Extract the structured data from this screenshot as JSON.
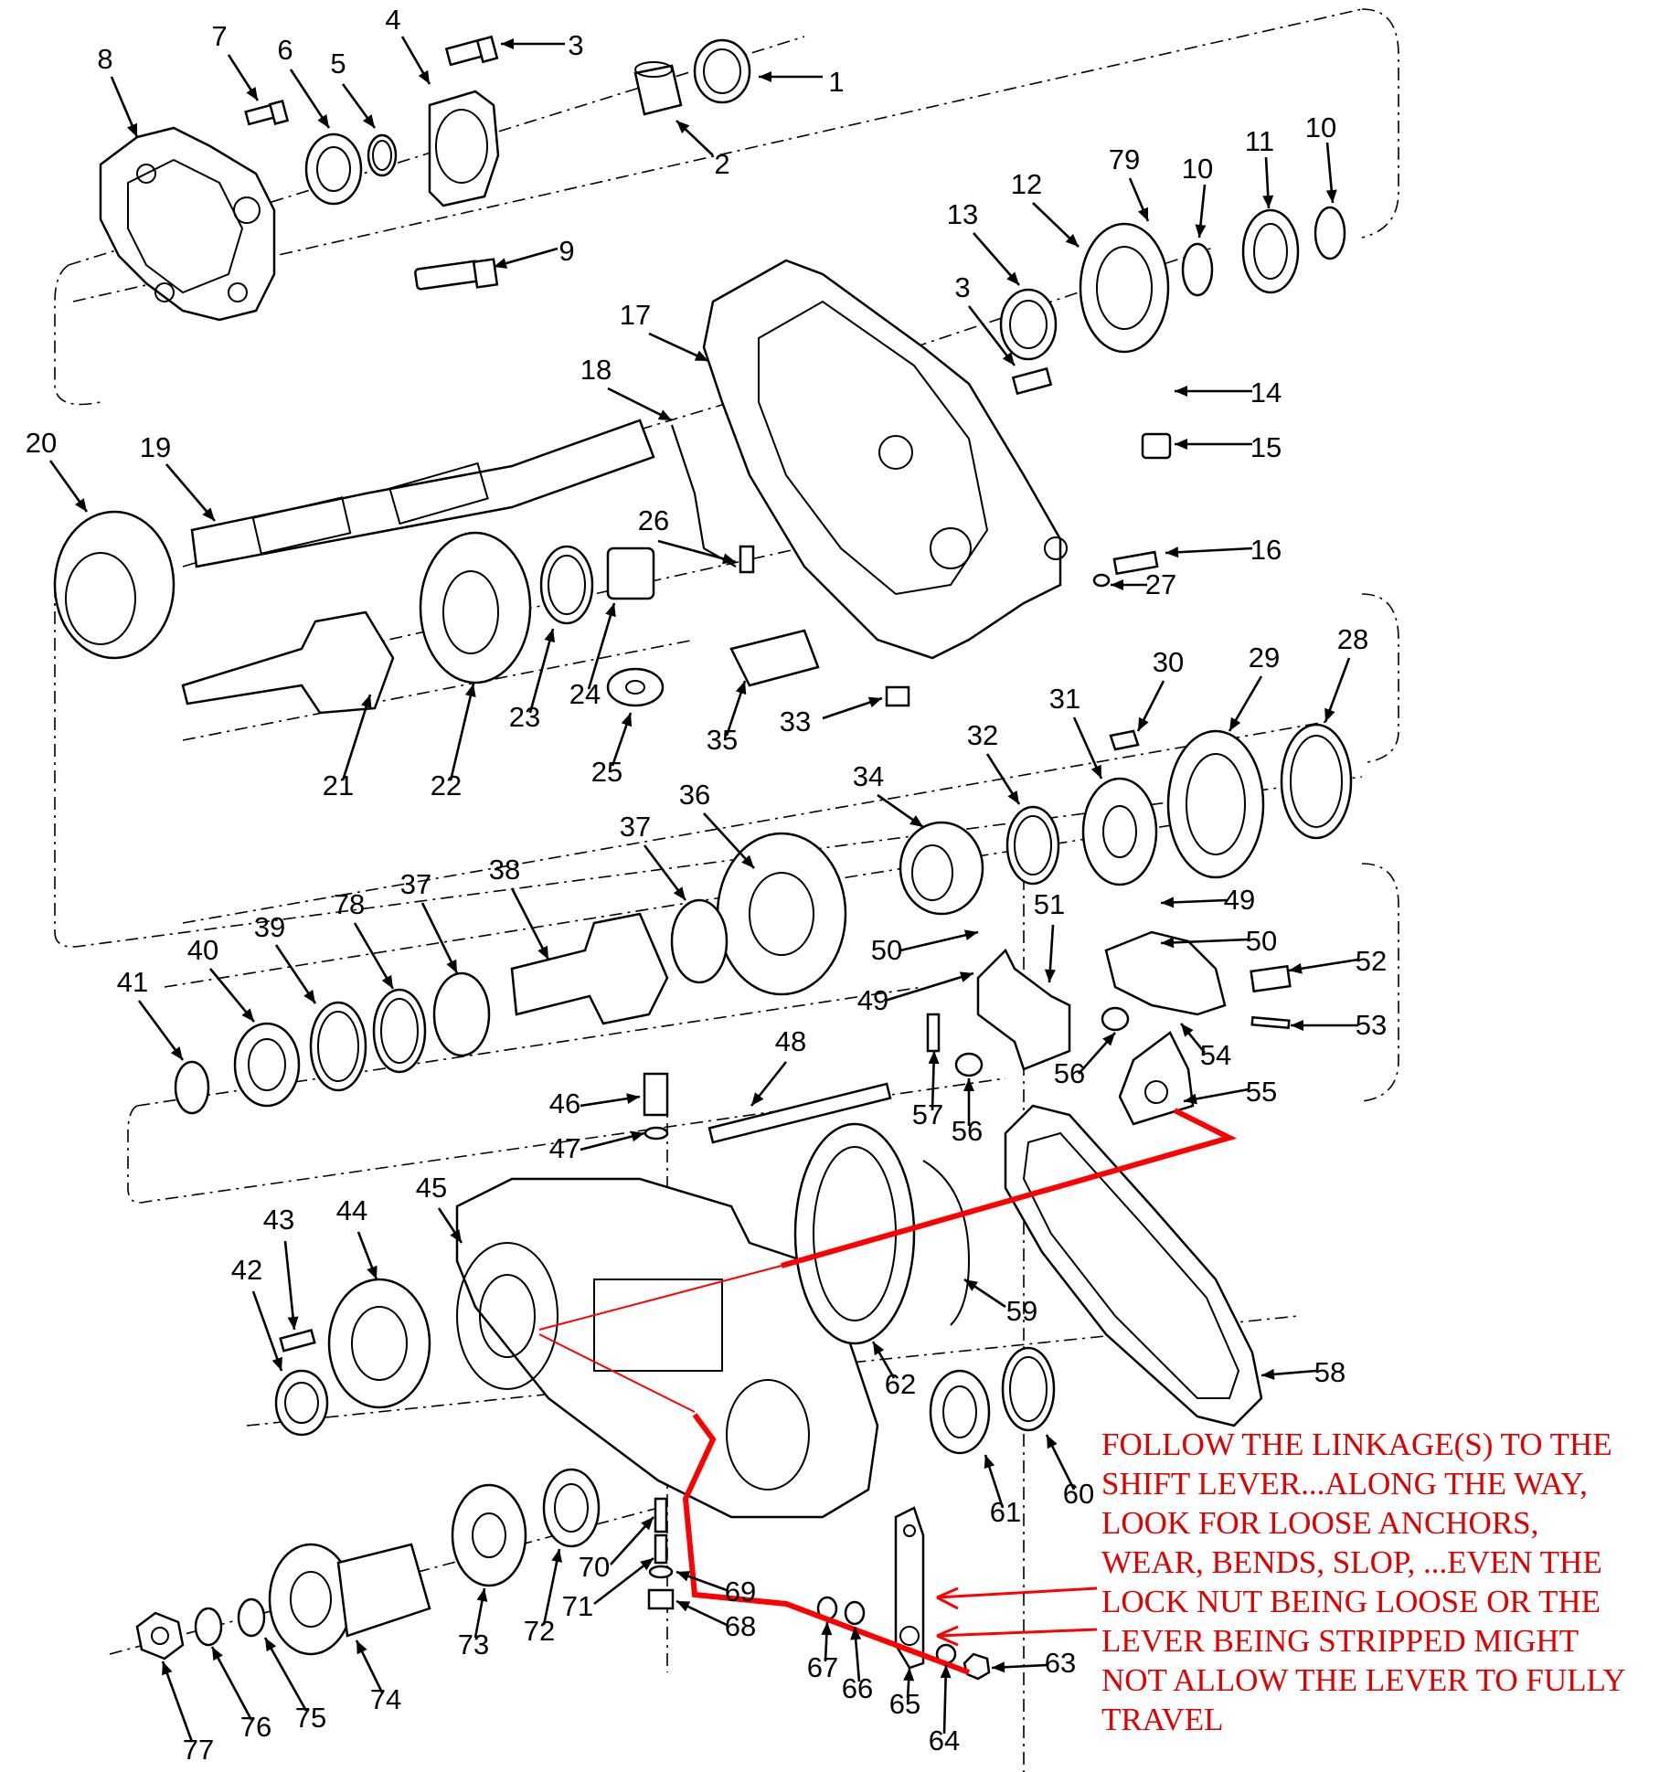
{
  "callouts": [
    {
      "label": "1"
    },
    {
      "label": "2"
    },
    {
      "label": "3"
    },
    {
      "label": "4"
    },
    {
      "label": "5"
    },
    {
      "label": "6"
    },
    {
      "label": "7"
    },
    {
      "label": "8"
    },
    {
      "label": "9"
    },
    {
      "label": "10"
    },
    {
      "label": "11"
    },
    {
      "label": "10"
    },
    {
      "label": "12"
    },
    {
      "label": "13"
    },
    {
      "label": "79"
    },
    {
      "label": "3"
    },
    {
      "label": "14"
    },
    {
      "label": "15"
    },
    {
      "label": "16"
    },
    {
      "label": "17"
    },
    {
      "label": "18"
    },
    {
      "label": "19"
    },
    {
      "label": "20"
    },
    {
      "label": "26"
    },
    {
      "label": "27"
    },
    {
      "label": "21"
    },
    {
      "label": "22"
    },
    {
      "label": "23"
    },
    {
      "label": "24"
    },
    {
      "label": "25"
    },
    {
      "label": "35"
    },
    {
      "label": "33"
    },
    {
      "label": "28"
    },
    {
      "label": "29"
    },
    {
      "label": "30"
    },
    {
      "label": "31"
    },
    {
      "label": "32"
    },
    {
      "label": "34"
    },
    {
      "label": "36"
    },
    {
      "label": "37"
    },
    {
      "label": "38"
    },
    {
      "label": "37"
    },
    {
      "label": "78"
    },
    {
      "label": "39"
    },
    {
      "label": "40"
    },
    {
      "label": "41"
    },
    {
      "label": "49"
    },
    {
      "label": "50"
    },
    {
      "label": "51"
    },
    {
      "label": "50"
    },
    {
      "label": "49"
    },
    {
      "label": "52"
    },
    {
      "label": "53"
    },
    {
      "label": "54"
    },
    {
      "label": "56"
    },
    {
      "label": "55"
    },
    {
      "label": "57"
    },
    {
      "label": "56"
    },
    {
      "label": "48"
    },
    {
      "label": "46"
    },
    {
      "label": "47"
    },
    {
      "label": "45"
    },
    {
      "label": "44"
    },
    {
      "label": "43"
    },
    {
      "label": "42"
    },
    {
      "label": "59"
    },
    {
      "label": "62"
    },
    {
      "label": "58"
    },
    {
      "label": "61"
    },
    {
      "label": "60"
    },
    {
      "label": "70"
    },
    {
      "label": "71"
    },
    {
      "label": "69"
    },
    {
      "label": "68"
    },
    {
      "label": "72"
    },
    {
      "label": "73"
    },
    {
      "label": "74"
    },
    {
      "label": "75"
    },
    {
      "label": "76"
    },
    {
      "label": "77"
    },
    {
      "label": "67"
    },
    {
      "label": "66"
    },
    {
      "label": "65"
    },
    {
      "label": "64"
    },
    {
      "label": "63"
    }
  ],
  "annotation": {
    "lines": [
      "FOLLOW THE LINKAGE(S) TO THE",
      "SHIFT LEVER...ALONG THE WAY,",
      "LOOK FOR LOOSE ANCHORS,",
      "WEAR, BENDS, SLOP, ...EVEN THE",
      "LOCK NUT BEING LOOSE OR THE",
      "LEVER BEING STRIPPED MIGHT",
      "NOT ALLOW THE LEVER TO FULLY",
      "TRAVEL"
    ],
    "color": "#e00000"
  },
  "colors": {
    "line": "#000000",
    "highlight": "#ff0000",
    "background": "#ffffff"
  }
}
